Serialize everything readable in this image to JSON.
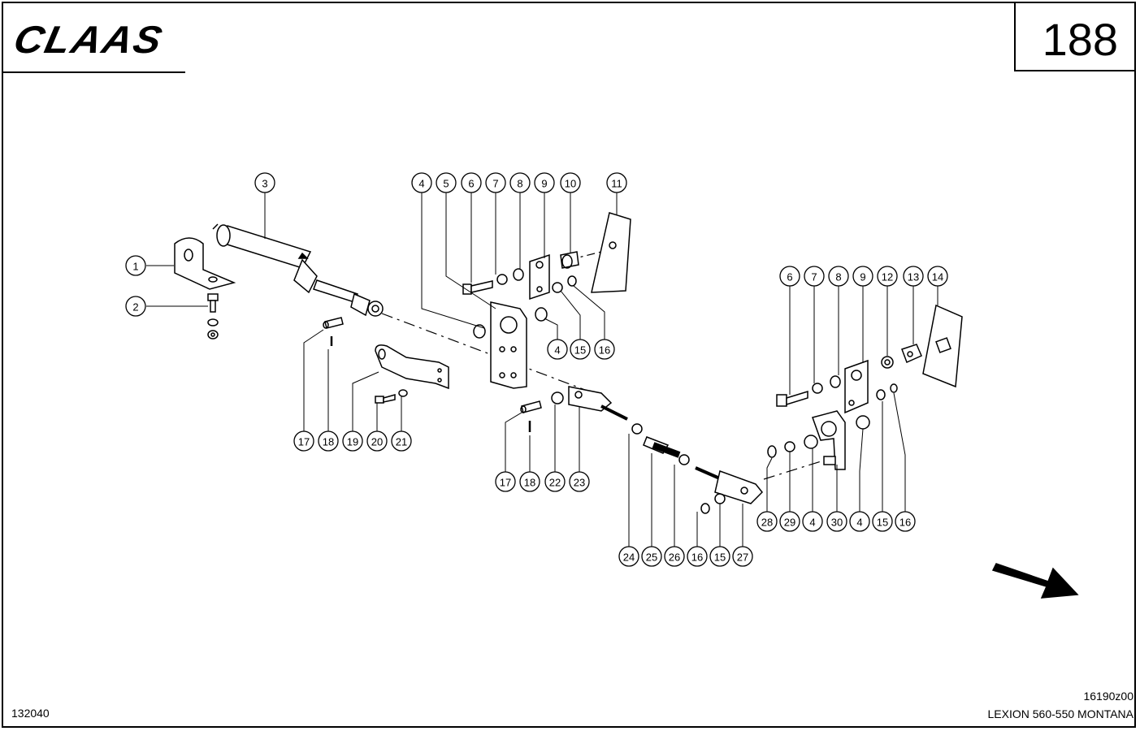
{
  "header": {
    "brand": "CLAAS",
    "page_number": "188"
  },
  "footer": {
    "doc_code": "132040",
    "drawing_code": "16190z00",
    "model": "LEXION 560-550 MONTANA"
  },
  "callouts": [
    {
      "id": "c1",
      "label": "1"
    },
    {
      "id": "c2",
      "label": "2"
    },
    {
      "id": "c3",
      "label": "3"
    },
    {
      "id": "c4a",
      "label": "4"
    },
    {
      "id": "c5",
      "label": "5"
    },
    {
      "id": "c6a",
      "label": "6"
    },
    {
      "id": "c7a",
      "label": "7"
    },
    {
      "id": "c8a",
      "label": "8"
    },
    {
      "id": "c9a",
      "label": "9"
    },
    {
      "id": "c10",
      "label": "10"
    },
    {
      "id": "c11",
      "label": "11"
    },
    {
      "id": "c4b",
      "label": "4"
    },
    {
      "id": "c15a",
      "label": "15"
    },
    {
      "id": "c16a",
      "label": "16"
    },
    {
      "id": "c6b",
      "label": "6"
    },
    {
      "id": "c7b",
      "label": "7"
    },
    {
      "id": "c8b",
      "label": "8"
    },
    {
      "id": "c9b",
      "label": "9"
    },
    {
      "id": "c12",
      "label": "12"
    },
    {
      "id": "c13",
      "label": "13"
    },
    {
      "id": "c14",
      "label": "14"
    },
    {
      "id": "c17a",
      "label": "17"
    },
    {
      "id": "c18a",
      "label": "18"
    },
    {
      "id": "c19",
      "label": "19"
    },
    {
      "id": "c20",
      "label": "20"
    },
    {
      "id": "c21",
      "label": "21"
    },
    {
      "id": "c17b",
      "label": "17"
    },
    {
      "id": "c18b",
      "label": "18"
    },
    {
      "id": "c22",
      "label": "22"
    },
    {
      "id": "c23",
      "label": "23"
    },
    {
      "id": "c28",
      "label": "28"
    },
    {
      "id": "c29",
      "label": "29"
    },
    {
      "id": "c4c",
      "label": "4"
    },
    {
      "id": "c30",
      "label": "30"
    },
    {
      "id": "c4d",
      "label": "4"
    },
    {
      "id": "c15b",
      "label": "15"
    },
    {
      "id": "c16b",
      "label": "16"
    },
    {
      "id": "c24",
      "label": "24"
    },
    {
      "id": "c25",
      "label": "25"
    },
    {
      "id": "c26",
      "label": "26"
    },
    {
      "id": "c16c",
      "label": "16"
    },
    {
      "id": "c15c",
      "label": "15"
    },
    {
      "id": "c27",
      "label": "27"
    }
  ]
}
